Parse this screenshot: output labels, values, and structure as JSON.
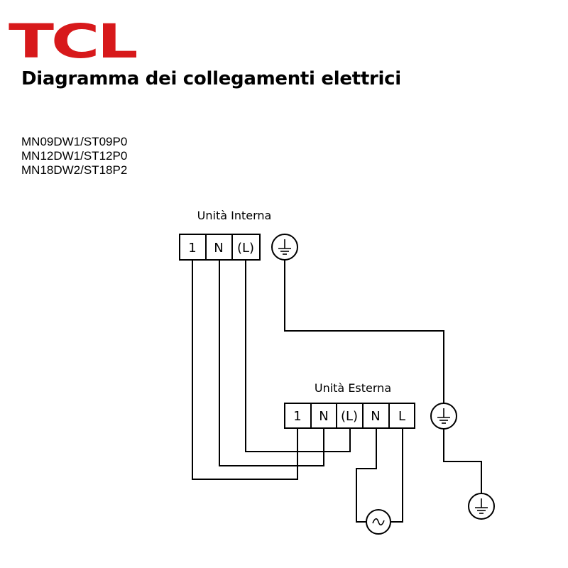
{
  "brand": {
    "logo_text": "TCL",
    "color": "#d7191b"
  },
  "title": "Diagramma dei collegamenti elettrici",
  "models": [
    "MN09DW1/ST09P0",
    "MN12DW1/ST12P0",
    "MN18DW2/ST18P2"
  ],
  "indoor_unit": {
    "label": "Unità Interna",
    "terminals": [
      "1",
      "N",
      "(L)"
    ]
  },
  "outdoor_unit": {
    "label": "Unità Esterna",
    "terminals": [
      "1",
      "N",
      "(L)",
      "N",
      "L"
    ]
  },
  "icons": {
    "ground": "ground-icon",
    "ac_source": "ac-source-icon"
  }
}
